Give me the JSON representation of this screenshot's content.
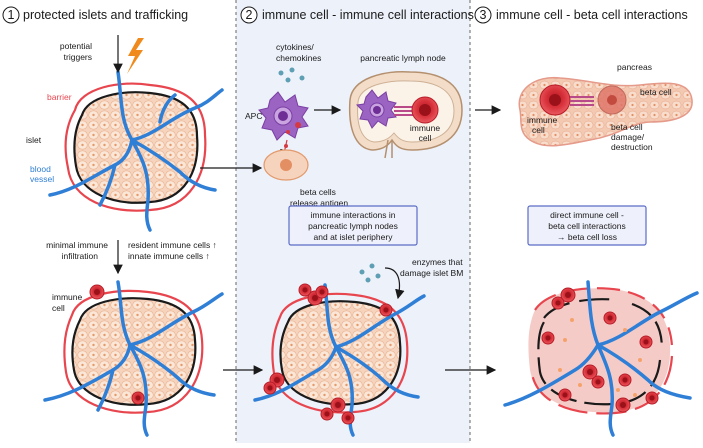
{
  "panels": [
    {
      "number": "1",
      "title": "protected islets and trafficking"
    },
    {
      "number": "2",
      "title": "immune cell - immune cell interactions"
    },
    {
      "number": "3",
      "title": "immune cell - beta cell interactions"
    }
  ],
  "labels": {
    "potential_triggers": [
      "potential",
      "triggers"
    ],
    "barrier": "barrier",
    "islet": "islet",
    "blood_vessel": [
      "blood",
      "vessel"
    ],
    "cytokines": [
      "cytokines/",
      "chemokines"
    ],
    "apc": "APC",
    "lymph_node": "pancreatic lymph node",
    "immune_cell_ln": [
      "immune",
      "cell"
    ],
    "beta_release": [
      "beta cells",
      "release antigen"
    ],
    "pancreas": "pancreas",
    "immune_cell_p3": [
      "immune",
      "cell"
    ],
    "beta_cell": "beta cell",
    "beta_damage": [
      "beta cell",
      "damage/",
      "destruction"
    ],
    "minimal_infiltration": [
      "minimal immune",
      "infiltration"
    ],
    "resident_cells": [
      "resident immune cells ↑",
      "innate immune cells ↑"
    ],
    "immune_cell_left": [
      "immune",
      "cell"
    ],
    "enzymes": [
      "enzymes that",
      "damage islet BM"
    ]
  },
  "boxes": {
    "middle": [
      "immune interactions in",
      "pancreatic lymph nodes",
      "and at islet periphery"
    ],
    "right": [
      "direct immune cell -",
      "beta cell interactions",
      "→ beta cell loss"
    ]
  },
  "colors": {
    "barrier": "#e8464f",
    "vessel": "#2f7fd6",
    "islet_fill": "#f6d3bd",
    "cell_fill": "#f8e4d3",
    "immune": "#d32630",
    "apc": "#8b4fb5",
    "box_border": "#5b6cc7",
    "box_fill": "#eef0fb",
    "bolt": "#f08a1c",
    "dots": "#5f9fb3"
  }
}
